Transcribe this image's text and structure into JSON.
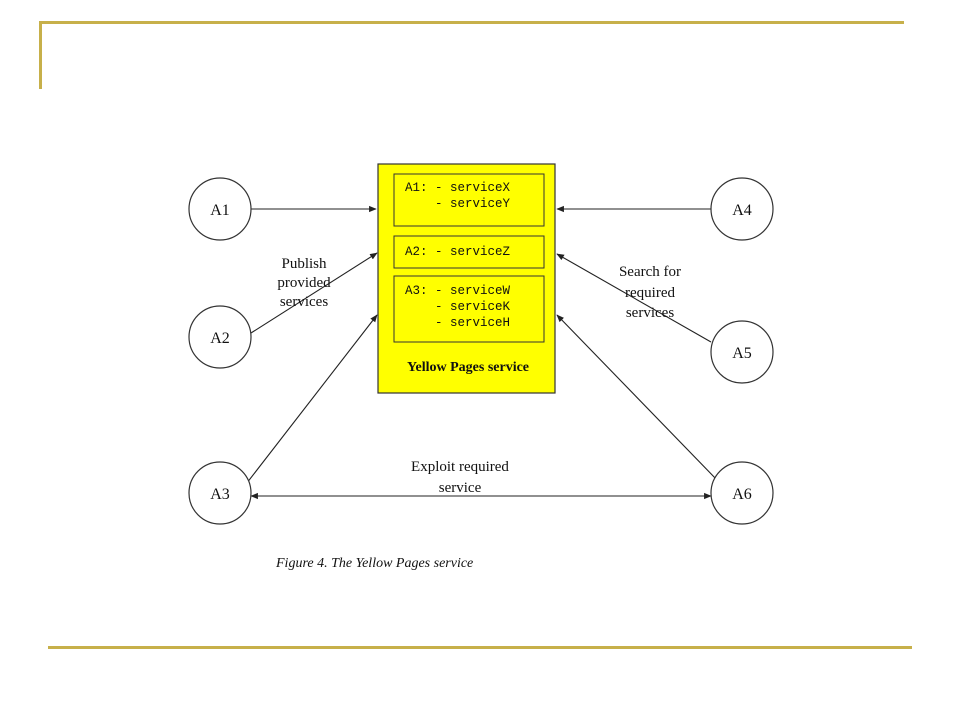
{
  "colors": {
    "frame": "#c7b04a",
    "directory_fill": "#ffff00"
  },
  "agents": {
    "a1": "A1",
    "a2": "A2",
    "a3": "A3",
    "a4": "A4",
    "a5": "A5",
    "a6": "A6"
  },
  "directory": {
    "title": "Yellow Pages service",
    "entries": [
      {
        "lines": [
          "A1: - serviceX",
          "    - serviceY"
        ]
      },
      {
        "lines": [
          "A2: - serviceZ"
        ]
      },
      {
        "lines": [
          "A3: - serviceW",
          "    - serviceK",
          "    - serviceH"
        ]
      }
    ]
  },
  "labels": {
    "publish": [
      "Publish",
      "provided",
      "services"
    ],
    "search": [
      "Search for",
      "required",
      "services"
    ],
    "exploit": [
      "Exploit required",
      "service"
    ]
  },
  "figure_caption": "Figure 4. The Yellow Pages service"
}
